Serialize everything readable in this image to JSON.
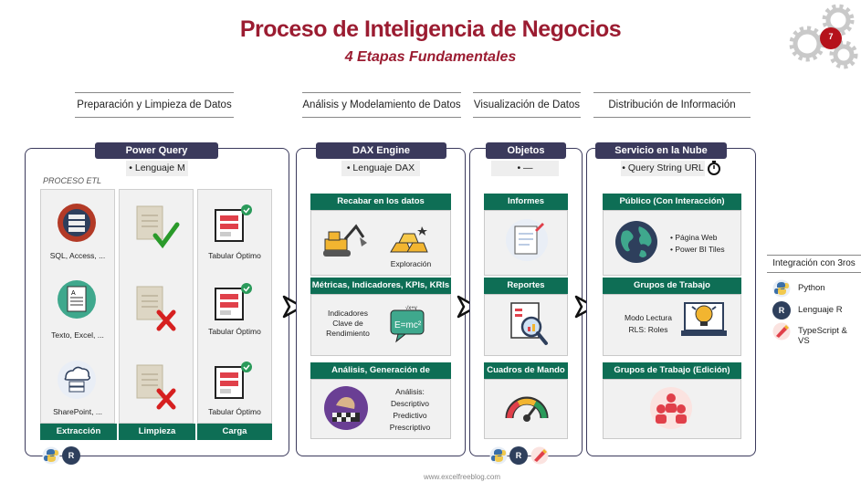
{
  "title": "Proceso de Inteligencia de Negocios",
  "subtitle": "4 Etapas Fundamentales",
  "badge": "7",
  "stages": [
    "Preparación y Limpieza de Datos",
    "Análisis y Modelamiento de Datos",
    "Visualización de Datos",
    "Distribución de Información"
  ],
  "prep": {
    "tool": "Power Query",
    "tag": "• Lenguaje M",
    "etl_label": "PROCESO ETL",
    "sources": [
      "SQL, Access, ...",
      "Texto, Excel, ...",
      "SharePoint, ..."
    ],
    "tabular": [
      "Tabular Óptimo",
      "Tabular Óptimo",
      "Tabular Óptimo"
    ],
    "footer": [
      "Extracción",
      "Limpieza",
      "Carga"
    ]
  },
  "analysis": {
    "tool": "DAX Engine",
    "tag": "• Lenguaje DAX",
    "cards": [
      {
        "title": "Recabar en los datos",
        "text": "Exploración"
      },
      {
        "title": "Métricas, Indicadores, KPIs, KRIs",
        "text": "Indicadores Clave de Rendimiento"
      },
      {
        "title": "Análisis, Generación de Estrategias",
        "text_head": "Análisis:",
        "items": [
          "Descriptivo",
          "Predictivo",
          "Prescriptivo"
        ]
      }
    ]
  },
  "visual": {
    "tool": "Objetos Visuales",
    "tag": "• —",
    "cards": [
      "Informes",
      "Reportes",
      "Cuadros de Mando"
    ]
  },
  "distribution": {
    "tool": "Servicio en la Nube",
    "tag": "• Query String URL",
    "cards": [
      {
        "title": "Público (Con Interacción)",
        "items": [
          "• Página Web",
          "• Power BI Tiles"
        ]
      },
      {
        "title": "Grupos de Trabajo (Visualización)",
        "items": [
          "Modo Lectura",
          "RLS: Roles"
        ]
      },
      {
        "title": "Grupos de Trabajo (Edición)"
      }
    ]
  },
  "integration": {
    "title": "Integración con 3ros",
    "items": [
      "Python",
      "Lenguaje R",
      "TypeScript & VS"
    ],
    "r_label": "R"
  },
  "footer_url": "www.excelfreeblog.com",
  "colors": {
    "title": "#9b1c31",
    "navy": "#3b3a5c",
    "green": "#0e6e55",
    "badge": "#b5121b"
  }
}
